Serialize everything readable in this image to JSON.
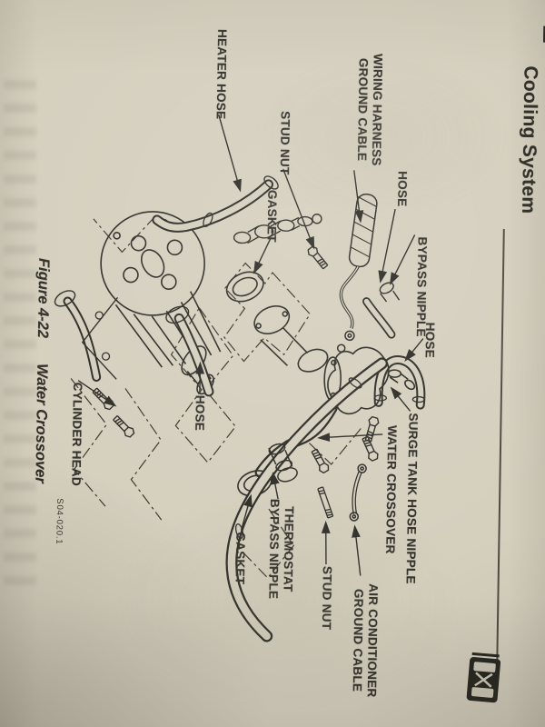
{
  "page": {
    "heading": "Cooling System",
    "figure_caption": {
      "figure_no": "Figure 4-22",
      "title": "Water Crossover"
    },
    "drawing_code": "S04-020.1"
  },
  "labels": {
    "heater_hose": {
      "text": "HEATER HOSE"
    },
    "wiring_harness_ground_cable": {
      "text": "WIRING HARNESS\nGROUND CABLE"
    },
    "hose_top": {
      "text": "HOSE"
    },
    "bypass_nipple": {
      "text": "BYPASS NIPPLE"
    },
    "hose_right": {
      "text": "HOSE"
    },
    "surge_tank_hose_nipple": {
      "text": "SURGE TANK HOSE NIPPLE"
    },
    "water_crossover": {
      "text": "WATER CROSSOVER"
    },
    "cylinder_head": {
      "text": "CYLINDER HEAD"
    },
    "hose_middle": {
      "text": "HOSE"
    },
    "gasket_upper": {
      "text": "GASKET"
    },
    "stud_nut_upper": {
      "text": "STUD NUT"
    },
    "gasket_lower": {
      "text": "GASKET"
    },
    "thermostat_bypass_nipple": {
      "text": "THERMOSTAT\nBYPASS NIPPLE"
    },
    "stud_nut_lower": {
      "text": "STUD NUT"
    },
    "air_conditioner_ground_cable": {
      "text": "AIR CONDITIONER\nGROUND CABLE"
    }
  },
  "icons": {
    "brand_stamp": "vehicle-badge-stamp",
    "page_tab_mark": "cut-off-print-mark"
  },
  "colors": {
    "paper": "#d5cfbe",
    "ink": "#2e2d27"
  }
}
